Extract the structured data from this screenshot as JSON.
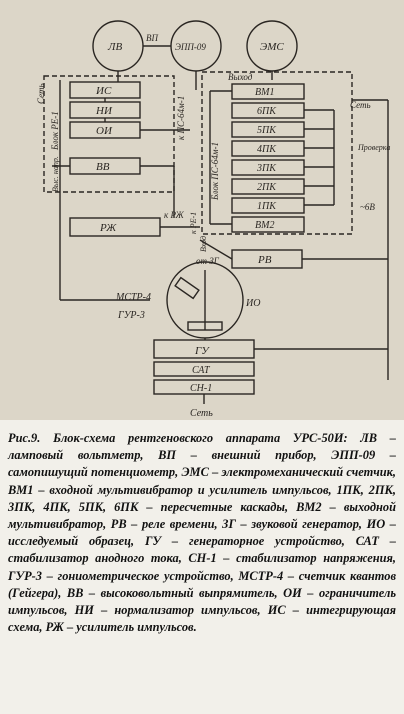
{
  "diagram": {
    "blocks": {
      "lv": "ЛВ",
      "epp": "ЭПП-09",
      "ems": "ЭМС",
      "is": "ИС",
      "ni": "НИ",
      "oi": "ОИ",
      "vv": "ВВ",
      "rzh": "РЖ",
      "rv": "РВ",
      "vm1": "ВМ1",
      "pk6": "6ПК",
      "pk5": "5ПК",
      "pk4": "4ПК",
      "pk3": "3ПК",
      "pk2": "2ПК",
      "pk1": "1ПК",
      "vm2": "ВМ2",
      "gu": "ГУ",
      "sat": "САТ",
      "sn1": "СН-1"
    },
    "labels": {
      "vp": "ВП",
      "set_left": "Сеть",
      "block_re1": "Блок РЕ-1",
      "k_ps64m1": "к ПС-64м-1",
      "block_ps64m1": "Блок ПС-64м-1",
      "vykhod": "Выход",
      "set_right": "Сеть",
      "proverka": "Проверка",
      "v_6v": "~6В",
      "vys_napr": "Выс. напр.",
      "k_rzh": "к РЖ",
      "k_re1": "к РЕ-1",
      "vkhod": "Вход",
      "ot_3g": "от ЗГ",
      "mstr4": "МСТР-4",
      "gur3": "ГУР-3",
      "io": "ИО",
      "set_bottom": "Сеть"
    }
  },
  "caption": {
    "title": "Рис.9. Блок-схема рентгеновского аппарата УРС-50И:",
    "body": " ЛВ – ламповый вольтметр, ВП – внешний прибор, ЭПП-09 – самопишущий потенциометр, ЭМС – электромеханический счетчик, ВМ1 – входной мультивибратор и усилитель импульсов, 1ПК, 2ПК, 3ПК, 4ПК, 5ПК, 6ПК – пересчетные каскады, ВМ2 – выходной мультивибратор, РВ – реле времени, ЗГ – звуковой генератор, ИО – исследуемый образец, ГУ – генераторное устройство, САТ – стабилизатор анодного тока, СН-1 – стабилизатор напряжения, ГУР-3 – гониометрическое устройство, МСТР-4 – счетчик квантов (Гейгера), ВВ – высоковольтный выпрямитель, ОИ – ограничитель импульсов, НИ – нормализатор импульсов, ИС – интегрирующая схема, РЖ – усилитель импульсов."
  }
}
